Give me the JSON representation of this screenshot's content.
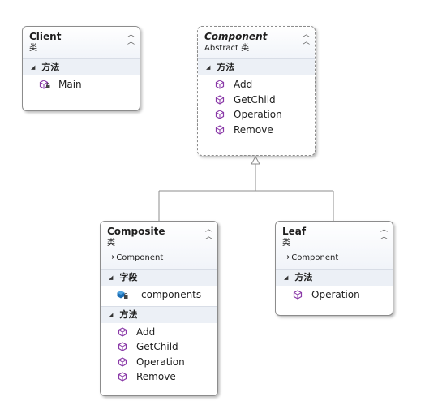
{
  "diagram": {
    "classes": {
      "client": {
        "name": "Client",
        "kind": "类",
        "sections": {
          "methods": {
            "title": "方法",
            "items": [
              "Main"
            ]
          }
        }
      },
      "component": {
        "name": "Component",
        "kind": "Abstract 类",
        "sections": {
          "methods": {
            "title": "方法",
            "items": [
              "Add",
              "GetChild",
              "Operation",
              "Remove"
            ]
          }
        }
      },
      "composite": {
        "name": "Composite",
        "kind": "类",
        "base": "Component",
        "sections": {
          "fields": {
            "title": "字段",
            "items": [
              "_components"
            ]
          },
          "methods": {
            "title": "方法",
            "items": [
              "Add",
              "GetChild",
              "Operation",
              "Remove"
            ]
          }
        }
      },
      "leaf": {
        "name": "Leaf",
        "kind": "类",
        "base": "Component",
        "sections": {
          "methods": {
            "title": "方法",
            "items": [
              "Operation"
            ]
          }
        }
      }
    },
    "icons": {
      "method": "method-cube-icon",
      "private_method": "private-method-icon",
      "private_field": "private-field-icon",
      "collapse": "double-chevron-up-icon",
      "section_toggle": "triangle-expanded-icon",
      "inheritance": "inheritance-arrow-icon"
    },
    "colors": {
      "method_icon": "#8a3aa8",
      "field_icon": "#1e6fb5",
      "border": "#8c8c8c",
      "section_header": "#ecf0f6"
    }
  }
}
